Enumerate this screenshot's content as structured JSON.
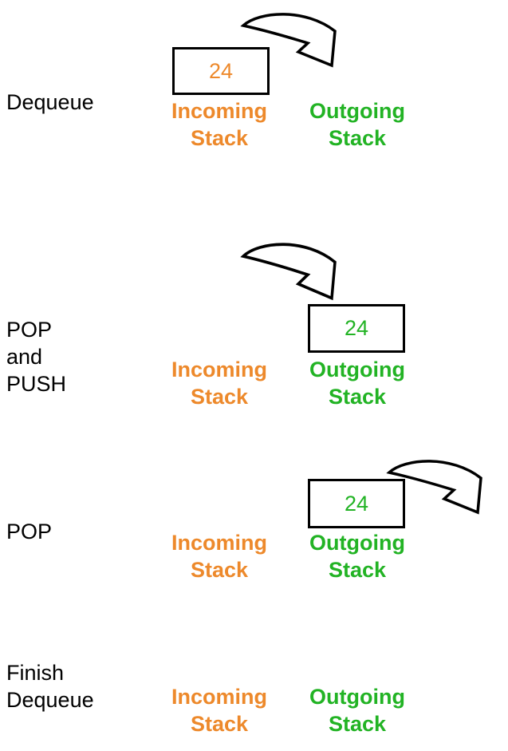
{
  "colors": {
    "incoming_orange": "#ED892B",
    "outgoing_green": "#22B324",
    "arrow_black": "#000000"
  },
  "stack_labels": {
    "incoming": [
      "Incoming",
      "Stack"
    ],
    "outgoing": [
      "Outgoing",
      "Stack"
    ]
  },
  "steps": [
    {
      "name": "dequeue",
      "label_lines": [
        "Dequeue"
      ],
      "box_value": "24"
    },
    {
      "name": "pop-and-push",
      "label_lines": [
        "POP",
        "and",
        "PUSH"
      ],
      "box_value": "24"
    },
    {
      "name": "pop",
      "label_lines": [
        "POP"
      ],
      "box_value": "24"
    },
    {
      "name": "finish-dequeue",
      "label_lines": [
        "Finish",
        "Dequeue"
      ]
    }
  ]
}
